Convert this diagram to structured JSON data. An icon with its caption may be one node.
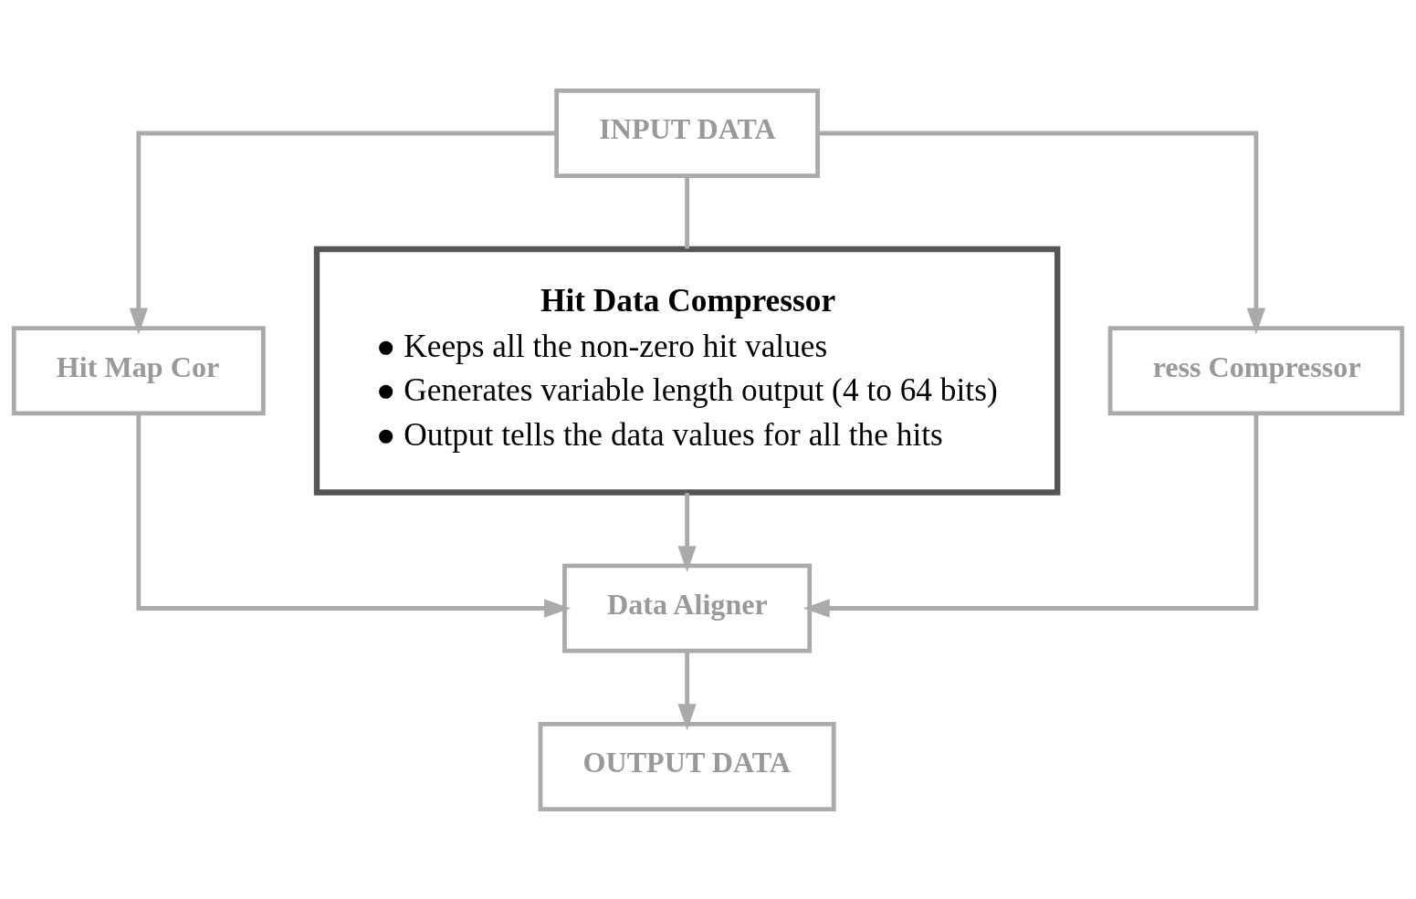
{
  "diagram": {
    "nodes": [
      {
        "text": [
          "INPUT DATA"
        ]
      },
      {
        "text": [
          "Hit Map Cor"
        ]
      },
      {
        "text": [
          "Hit Data Compressor",
          "● Keeps all the non-zero hit values",
          "● Generates variable length output (4 to 64 bits)",
          "● Output tells the data values for all the hits"
        ]
      },
      {
        "text": [
          "ress Compressor"
        ]
      },
      {
        "text": [
          "Data Aligner"
        ]
      },
      {
        "text": [
          "OUTPUT DATA"
        ]
      }
    ],
    "edges": [
      {
        "from": 0,
        "to": 1,
        "arrow": "to"
      },
      {
        "from": 0,
        "to": 2,
        "arrow": "none"
      },
      {
        "from": 0,
        "to": 3,
        "arrow": "to"
      },
      {
        "from": 1,
        "to": 4,
        "arrow": "to"
      },
      {
        "from": 2,
        "to": 4,
        "arrow": "to"
      },
      {
        "from": 3,
        "to": 4,
        "arrow": "to"
      },
      {
        "from": 4,
        "to": 5,
        "arrow": "to"
      }
    ]
  }
}
